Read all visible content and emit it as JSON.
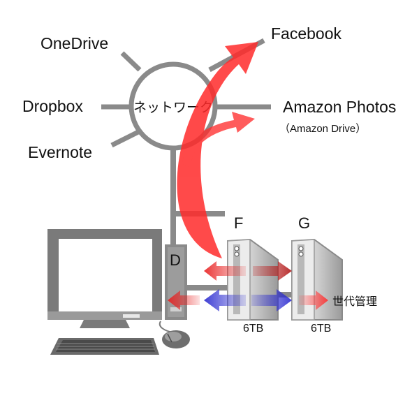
{
  "network": {
    "label": "ネットワーク",
    "services": {
      "onedrive": "OneDrive",
      "dropbox": "Dropbox",
      "evernote": "Evernote",
      "facebook": "Facebook",
      "amazon": "Amazon Photos",
      "amazon_sub": "（Amazon Drive）"
    }
  },
  "drives": {
    "d_label": "D",
    "f_label": "F",
    "g_label": "G",
    "f_capacity": "6TB",
    "g_capacity": "6TB"
  },
  "generation_label": "世代管理",
  "colors": {
    "line": "#8a8a8a",
    "upload_red": "#ff2a2a",
    "copy_red": "#e83030",
    "copy_blue": "#3a3ad0"
  }
}
